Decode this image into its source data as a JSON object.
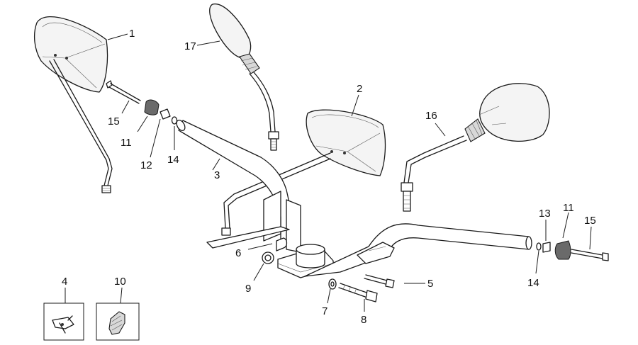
{
  "callouts": {
    "c1": "1",
    "c2": "2",
    "c3": "3",
    "c4": "4",
    "c5": "5",
    "c6": "6",
    "c7": "7",
    "c8": "8",
    "c9": "9",
    "c10": "10",
    "c11_left": "11",
    "c11_right": "11",
    "c12": "12",
    "c13": "13",
    "c14_left": "14",
    "c14_right": "14",
    "c15_left": "15",
    "c15_right": "15",
    "c16": "16",
    "c17": "17"
  }
}
